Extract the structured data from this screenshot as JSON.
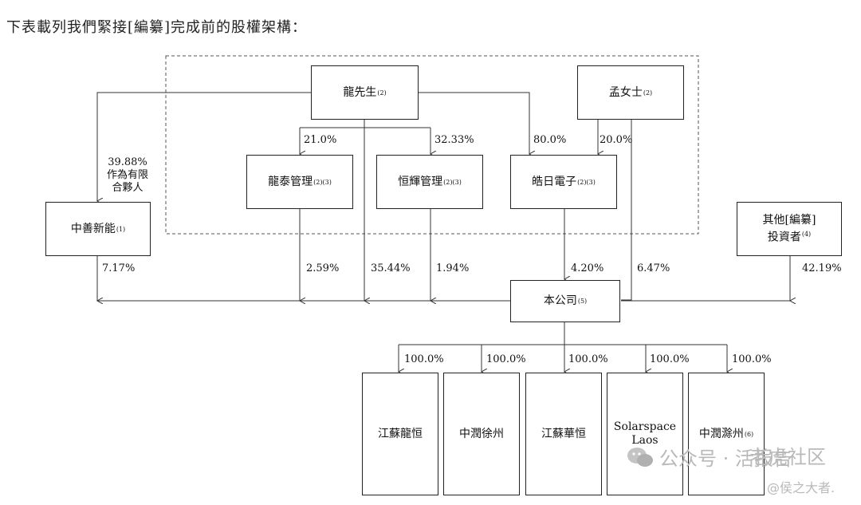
{
  "title": "下表載列我們緊接[編纂]完成前的股權架構：",
  "nodes": {
    "long": {
      "name": "龍先生",
      "note": "(2)"
    },
    "meng": {
      "name": "孟女士",
      "note": "(2)"
    },
    "longtai": {
      "name": "龍泰管理",
      "note": "(2)(3)"
    },
    "henghui": {
      "name": "恒輝管理",
      "note": "(2)(3)"
    },
    "haori": {
      "name": "皓日電子",
      "note": "(2)(3)"
    },
    "zhongshan": {
      "name": "中善新能",
      "note": "(1)"
    },
    "others": {
      "line1": "其他[編纂]",
      "line2": "投資者",
      "note": "(4)"
    },
    "company": {
      "name": "本公司",
      "note": "(5)"
    },
    "sub1": {
      "name": "江蘇龍恒"
    },
    "sub2": {
      "name": "中潤徐州"
    },
    "sub3": {
      "name": "江蘇華恒"
    },
    "sub4": {
      "line1": "Solarspace",
      "line2": "Laos"
    },
    "sub5": {
      "name": "中潤滁州",
      "note": "(6)"
    }
  },
  "lp_label": {
    "pct": "39.88%",
    "line1": "作為有限",
    "line2": "合夥人"
  },
  "percentages": {
    "long_longtai": "21.0%",
    "long_henghui": "32.33%",
    "long_haori": "80.0%",
    "meng_haori": "20.0%",
    "zhongshan_company": "7.17%",
    "longtai_company": "2.59%",
    "long_company": "35.44%",
    "henghui_company": "1.94%",
    "haori_company": "4.20%",
    "meng_company": "6.47%",
    "others_company": "42.19%",
    "company_sub1": "100.0%",
    "company_sub2": "100.0%",
    "company_sub3": "100.0%",
    "company_sub4": "100.0%",
    "company_sub5": "100.0%"
  },
  "watermark": {
    "brand": "公众号 · 活报告",
    "community": "老虎社区",
    "handle": "@侯之大者."
  },
  "colors": {
    "line": "#333333",
    "watermark": "#b9b9b9"
  }
}
